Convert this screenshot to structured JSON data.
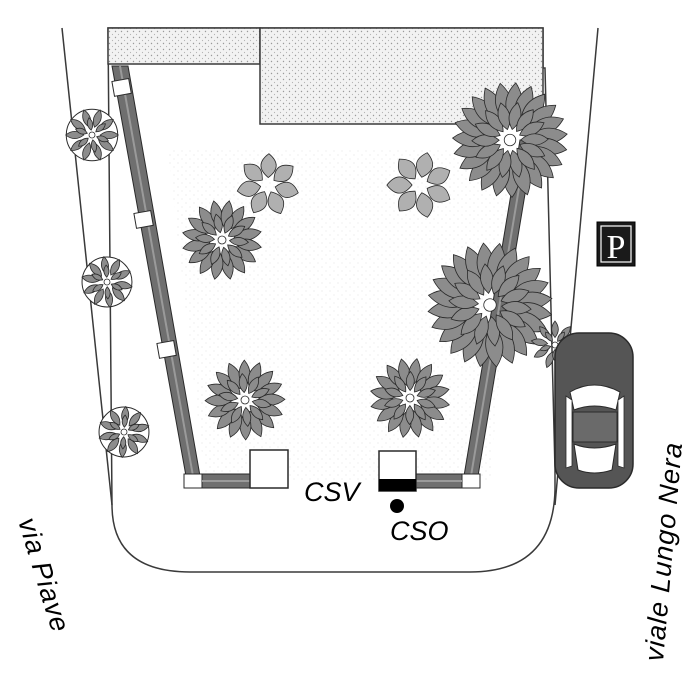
{
  "labels": {
    "csv": "CSV",
    "cso": "CSO",
    "street_left": "via Piave",
    "street_right": "viale Lungo Nera"
  },
  "parking_sign": {
    "icon": "parking-sign-icon",
    "letter": "P"
  },
  "colors": {
    "tree_fill": "#8c8c8c",
    "tree_light": "#b0b0b0",
    "bench_fill": "#6f6f6f",
    "car_fill": "#555555",
    "hatch": "#d8d8d8",
    "outline": "#3a3a3a"
  }
}
